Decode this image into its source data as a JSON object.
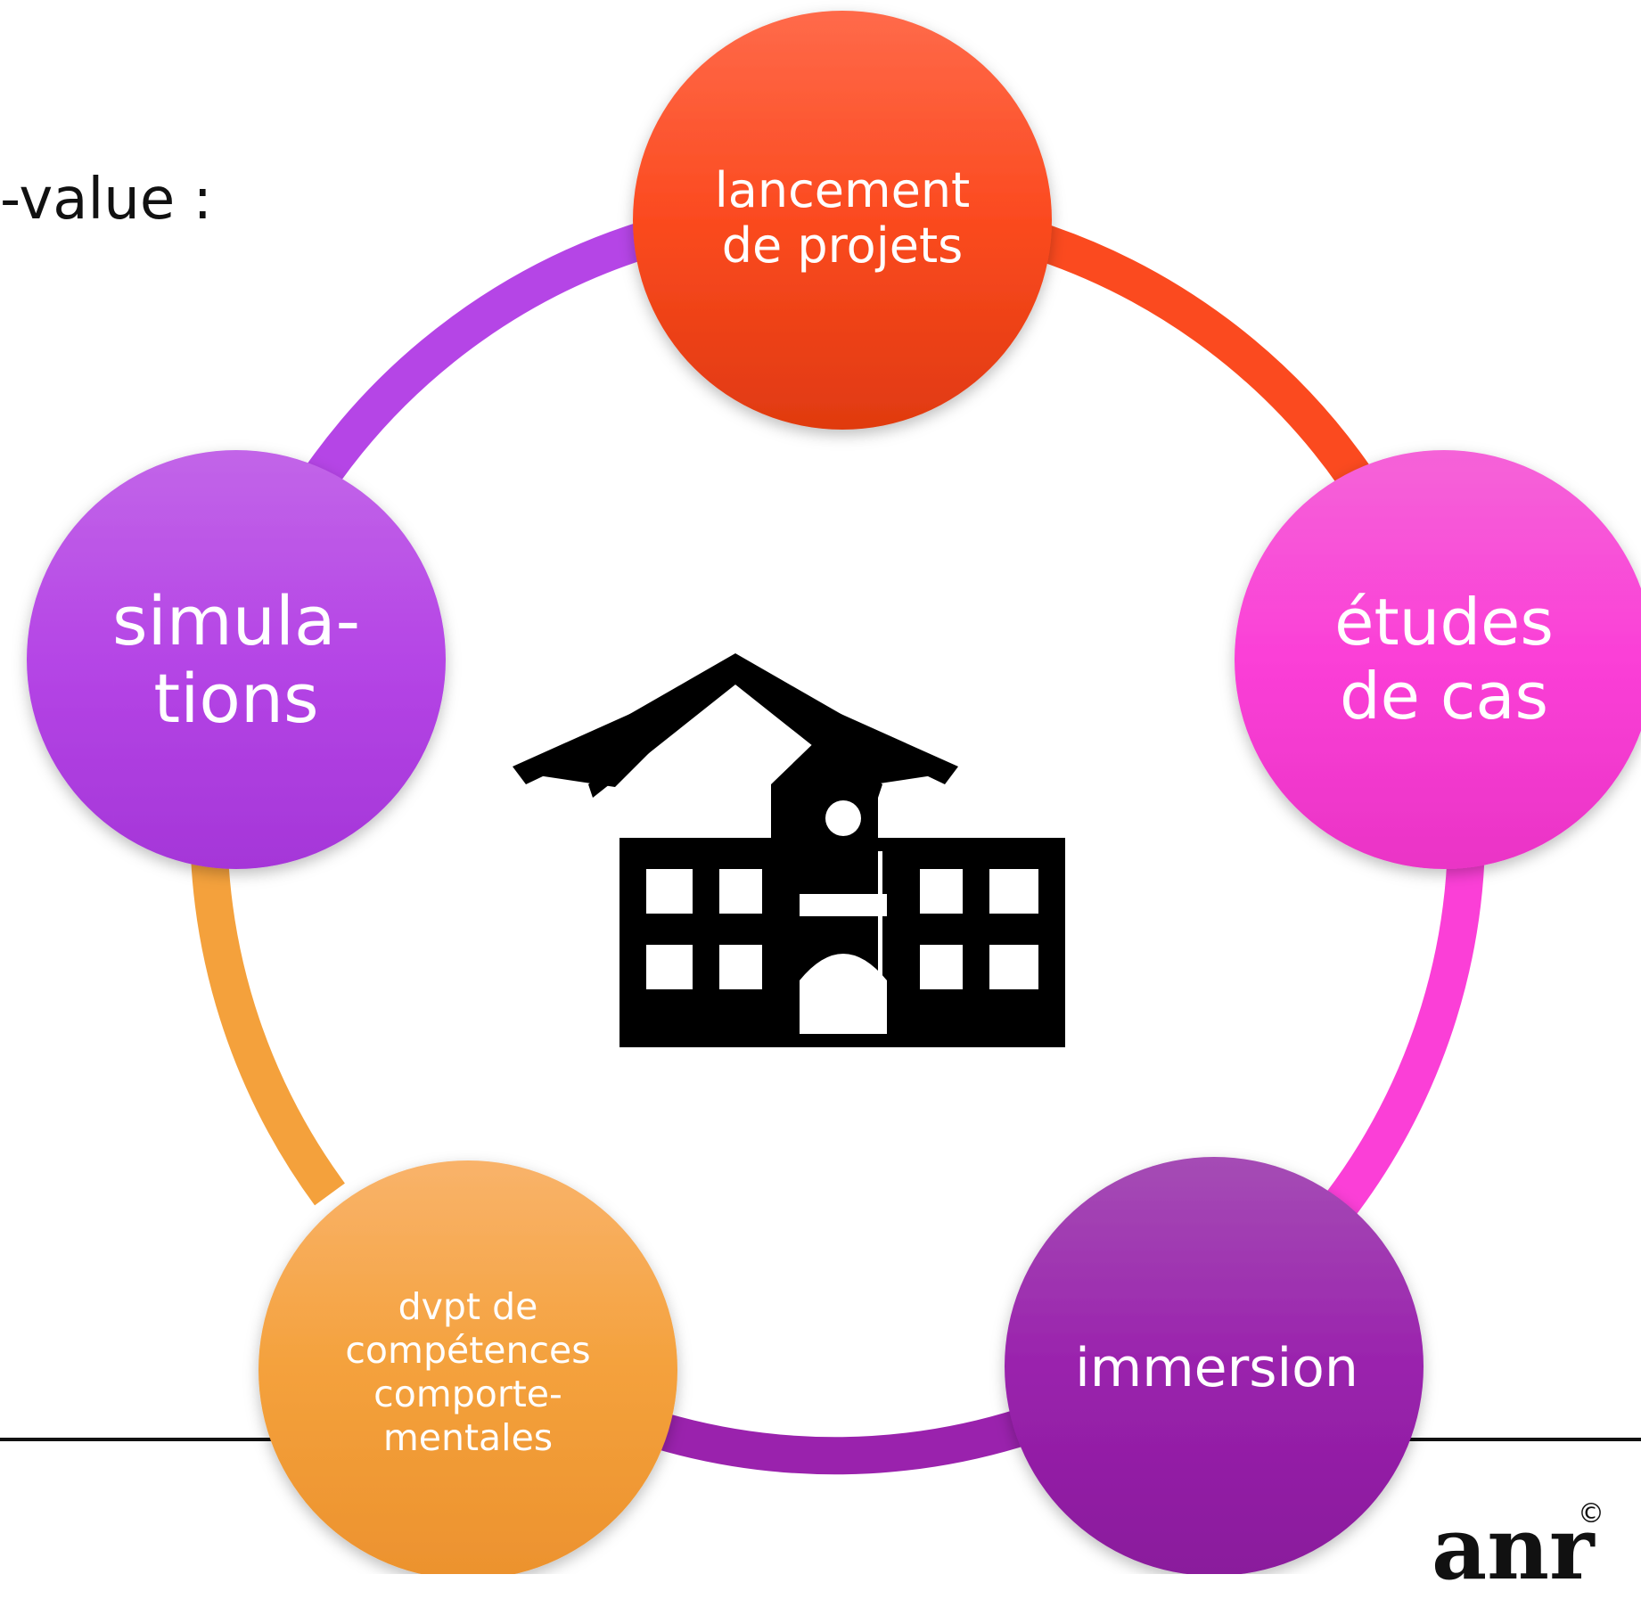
{
  "heading": "-value :",
  "cycle": {
    "nodes": [
      {
        "id": "top",
        "label": "lancement\nde projets"
      },
      {
        "id": "right",
        "label": "études\nde cas"
      },
      {
        "id": "bottom-right",
        "label": "immersion"
      },
      {
        "id": "bottom-left",
        "label": "dvpt de\ncompétences\ncomporte-\nmentales"
      },
      {
        "id": "left",
        "label": "simula-\ntions"
      }
    ],
    "colors": {
      "top": "#f5411c",
      "right": "#fb3fd7",
      "bottom-right": "#9a22ad",
      "bottom-left": "#f4a13c",
      "left": "#b545e6"
    },
    "center_icon": "school-building-icon"
  },
  "logo": {
    "text": "anr",
    "mark": "©"
  }
}
